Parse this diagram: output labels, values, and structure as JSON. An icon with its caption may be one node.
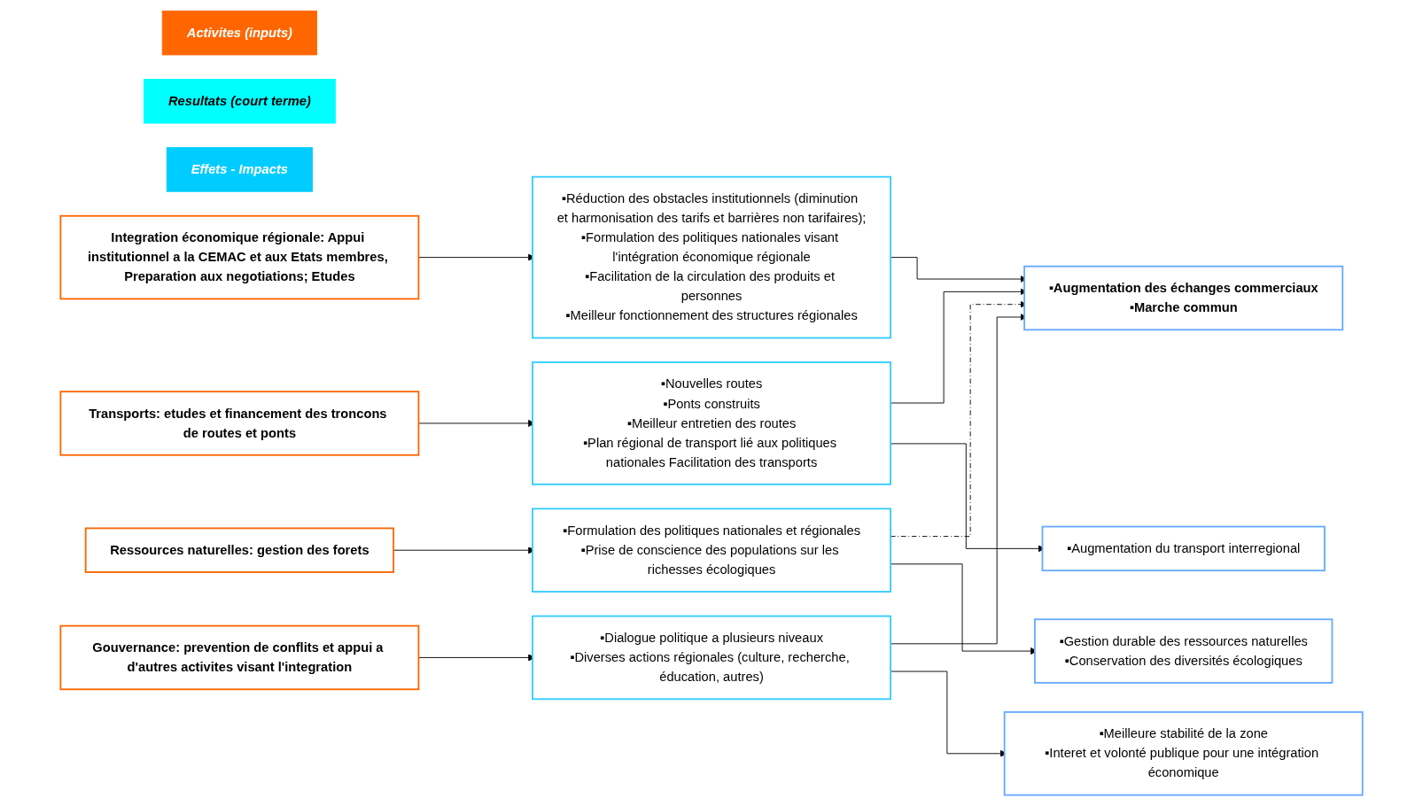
{
  "diagram": {
    "nodes": [
      {
        "text": [
          "Activites (inputs)"
        ]
      },
      {
        "text": [
          "Resultats (court terme)"
        ]
      },
      {
        "text": [
          "Effets - Impacts"
        ]
      },
      {
        "text": [
          "Integration économique régionale: Appui institutionnel a la CEMAC et aux Etats membres, Preparation aux negotiations; Etudes"
        ]
      },
      {
        "text": [
          "▪Réduction des obstacles institutionnels (diminution et harmonisation des tarifs et barrières non tarifaires);",
          "▪Formulation des politiques nationales visant l'intégration économique régionale",
          "▪Facilitation de la circulation des produits et personnes",
          "▪Meilleur fonctionnement des structures régionales"
        ]
      },
      {
        "text": [
          "▪Augmentation des échanges commerciaux",
          "▪Marche commun"
        ]
      },
      {
        "text": [
          "Transports: etudes et financement des troncons de routes et ponts"
        ]
      },
      {
        "text": [
          "▪Nouvelles routes",
          "▪Ponts construits",
          "▪Meilleur entretien des routes",
          "▪Plan régional de transport lié aux politiques nationales Facilitation des transports"
        ]
      },
      {
        "text": [
          "▪Augmentation du transport interregional"
        ]
      },
      {
        "text": [
          "Ressources naturelles: gestion des forets"
        ]
      },
      {
        "text": [
          "▪Formulation des politiques nationales et régionales",
          "▪Prise de conscience des populations sur les richesses écologiques"
        ]
      },
      {
        "text": [
          "▪Gestion durable des ressources naturelles",
          "▪Conservation des diversités écologiques"
        ]
      },
      {
        "text": [
          "Gouvernance: prevention de conflits et appui a d'autres activites visant l'integration"
        ]
      },
      {
        "text": [
          "▪Dialogue politique a plusieurs niveaux",
          "▪Diverses actions régionales (culture, recherche, éducation, autres)"
        ]
      },
      {
        "text": [
          "▪Meilleure stabilité de la zone",
          "▪Interet et volonté publique pour une intégration économique"
        ]
      }
    ],
    "edges": [
      {
        "from": 3,
        "to": 4,
        "arrow": "to"
      },
      {
        "from": 4,
        "to": 5,
        "arrow": "to"
      },
      {
        "from": 6,
        "to": 7,
        "arrow": "to"
      },
      {
        "from": 7,
        "to": 5,
        "arrow": "to"
      },
      {
        "from": 7,
        "to": 8,
        "arrow": "to"
      },
      {
        "from": 9,
        "to": 10,
        "arrow": "to"
      },
      {
        "from": 10,
        "to": 5,
        "arrow": "to",
        "style": "dashed"
      },
      {
        "from": 10,
        "to": 11,
        "arrow": "to"
      },
      {
        "from": 12,
        "to": 13,
        "arrow": "to"
      },
      {
        "from": 13,
        "to": 5,
        "arrow": "to"
      },
      {
        "from": 13,
        "to": 14,
        "arrow": "to"
      }
    ]
  }
}
